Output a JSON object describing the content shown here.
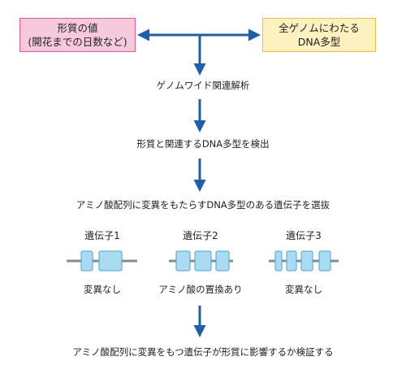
{
  "trait_box": {
    "line1": "形質の値",
    "line2": "(開花までの日数など)"
  },
  "polymorphism_box": {
    "line1": "全ゲノムにわたる",
    "line2": "DNA多型"
  },
  "steps": {
    "gwas": "ゲノムワイド関連解析",
    "detect": "形質と関連するDNA多型を検出",
    "select": "アミノ酸配列に変異をもたらすDNA多型のある遺伝子を選抜",
    "verify": "アミノ酸配列に変異をもつ遺伝子が形質に影響するか検証する"
  },
  "genes": [
    {
      "label": "遺伝子1",
      "note": "変異なし"
    },
    {
      "label": "遺伝子2",
      "note": "アミノ酸の置換あり"
    },
    {
      "label": "遺伝子3",
      "note": "変異なし"
    }
  ],
  "colors": {
    "arrow": "#1d5fa8",
    "exon_fill": "#a9dcf3",
    "exon_border": "#4aa3d3",
    "intron": "#8a8a8a"
  }
}
